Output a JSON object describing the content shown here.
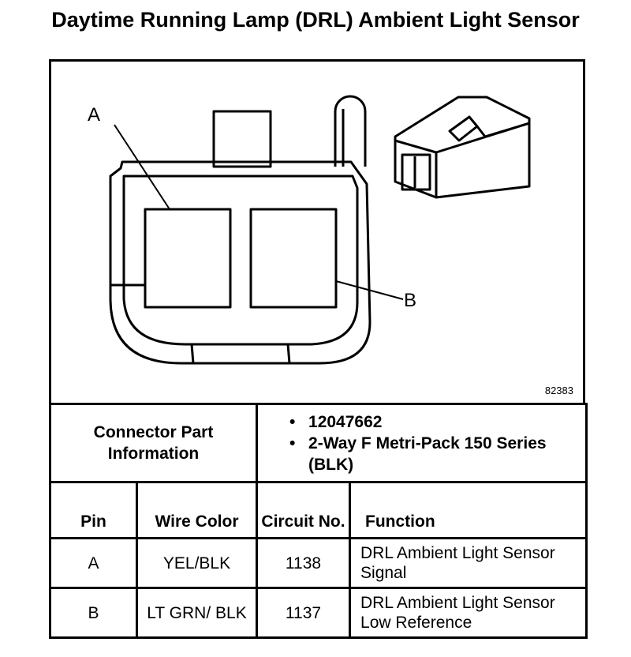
{
  "title": "Daytime Running Lamp (DRL) Ambient Light Sensor",
  "figure": {
    "number": "82383",
    "callout_a": "A",
    "callout_b": "B"
  },
  "connector": {
    "label": "Connector Part Information",
    "part_number": "12047662",
    "description": "2-Way F Metri-Pack 150 Series (BLK)"
  },
  "table": {
    "headers": {
      "pin": "Pin",
      "wire_color": "Wire Color",
      "circuit": "Circuit No.",
      "function": "Function"
    },
    "rows": [
      {
        "pin": "A",
        "wire_color": "YEL/BLK",
        "circuit": "1138",
        "function": "DRL Ambient Light Sensor Signal"
      },
      {
        "pin": "B",
        "wire_color": "LT GRN/ BLK",
        "circuit": "1137",
        "function": "DRL Ambient Light Sensor Low Reference"
      }
    ]
  }
}
